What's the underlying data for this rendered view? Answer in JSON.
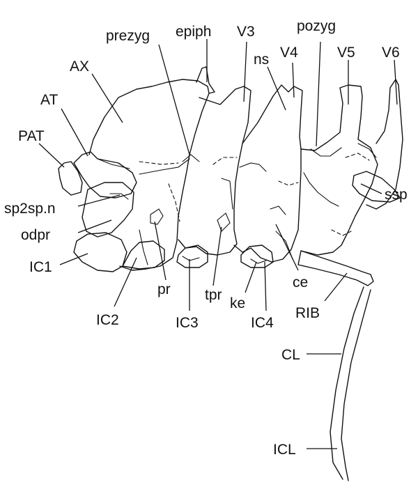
{
  "labels": {
    "prezyg": "prezyg",
    "epiph": "epiph",
    "V3": "V3",
    "pozyg": "pozyg",
    "AX": "AX",
    "ns": "ns",
    "V4": "V4",
    "V5": "V5",
    "V6": "V6",
    "AT": "AT",
    "PAT": "PAT",
    "ssp": "ssp",
    "sp2sp_n": "sp2sp.n",
    "odpr": "odpr",
    "IC1": "IC1",
    "pr": "pr",
    "tpr": "tpr",
    "ce": "ce",
    "ke": "ke",
    "RIB": "RIB",
    "IC2": "IC2",
    "IC3": "IC3",
    "IC4": "IC4",
    "CL": "CL",
    "ICL": "ICL"
  }
}
